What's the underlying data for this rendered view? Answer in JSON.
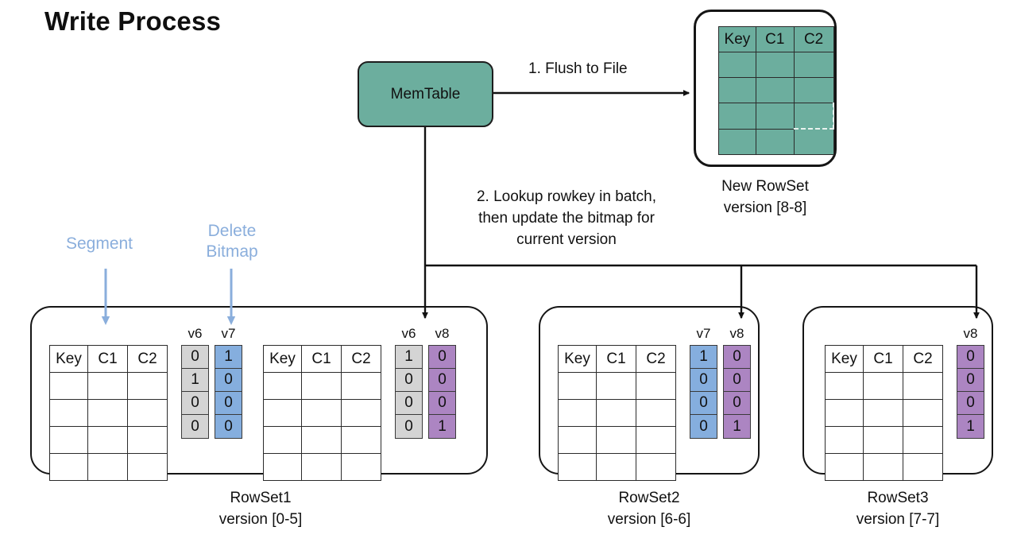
{
  "title": "Write Process",
  "nodes": {
    "memtable": {
      "label": "MemTable"
    }
  },
  "steps": {
    "flush": "1. Flush to File",
    "lookup_line1": "2. Lookup rowkey in batch,",
    "lookup_line2": "then update the bitmap for",
    "lookup_line3": "current version"
  },
  "annotations": {
    "segment": "Segment",
    "delete_bitmap_line1": "Delete",
    "delete_bitmap_line2": "Bitmap"
  },
  "table_headers": {
    "key": "Key",
    "c1": "C1",
    "c2": "C2"
  },
  "new_rowset": {
    "caption_line1": "New RowSet",
    "caption_line2": "version [8-8]",
    "headers": [
      "Key",
      "C1",
      "C2"
    ],
    "row_count": 4
  },
  "rowsets": [
    {
      "caption_line1": "RowSet1",
      "caption_line2": "version [0-5]",
      "segments": [
        {
          "headers": [
            "Key",
            "C1",
            "C2"
          ],
          "row_count": 4,
          "bitmaps": [
            {
              "label": "v6",
              "color": "gray",
              "values": [
                "0",
                "1",
                "0",
                "0"
              ]
            },
            {
              "label": "v7",
              "color": "blue",
              "values": [
                "1",
                "0",
                "0",
                "0"
              ]
            }
          ]
        },
        {
          "headers": [
            "Key",
            "C1",
            "C2"
          ],
          "row_count": 4,
          "bitmaps": [
            {
              "label": "v6",
              "color": "gray",
              "values": [
                "1",
                "0",
                "0",
                "0"
              ]
            },
            {
              "label": "v8",
              "color": "purple",
              "values": [
                "0",
                "0",
                "0",
                "1"
              ]
            }
          ]
        }
      ]
    },
    {
      "caption_line1": "RowSet2",
      "caption_line2": "version [6-6]",
      "segments": [
        {
          "headers": [
            "Key",
            "C1",
            "C2"
          ],
          "row_count": 4,
          "bitmaps": [
            {
              "label": "v7",
              "color": "blue",
              "values": [
                "1",
                "0",
                "0",
                "0"
              ]
            },
            {
              "label": "v8",
              "color": "purple",
              "values": [
                "0",
                "0",
                "0",
                "1"
              ]
            }
          ]
        }
      ]
    },
    {
      "caption_line1": "RowSet3",
      "caption_line2": "version [7-7]",
      "segments": [
        {
          "headers": [
            "Key",
            "C1",
            "C2"
          ],
          "row_count": 4,
          "bitmaps": [
            {
              "label": "v8",
              "color": "purple",
              "values": [
                "0",
                "0",
                "0",
                "1"
              ]
            }
          ]
        }
      ]
    }
  ],
  "colors": {
    "memtable_green": "#6CAE9E",
    "bitmap_gray": "#D4D4D4",
    "bitmap_blue": "#85AEDE",
    "bitmap_purple": "#AC85C2",
    "annotation_blue": "#8AAEDC",
    "stroke": "#151515"
  }
}
